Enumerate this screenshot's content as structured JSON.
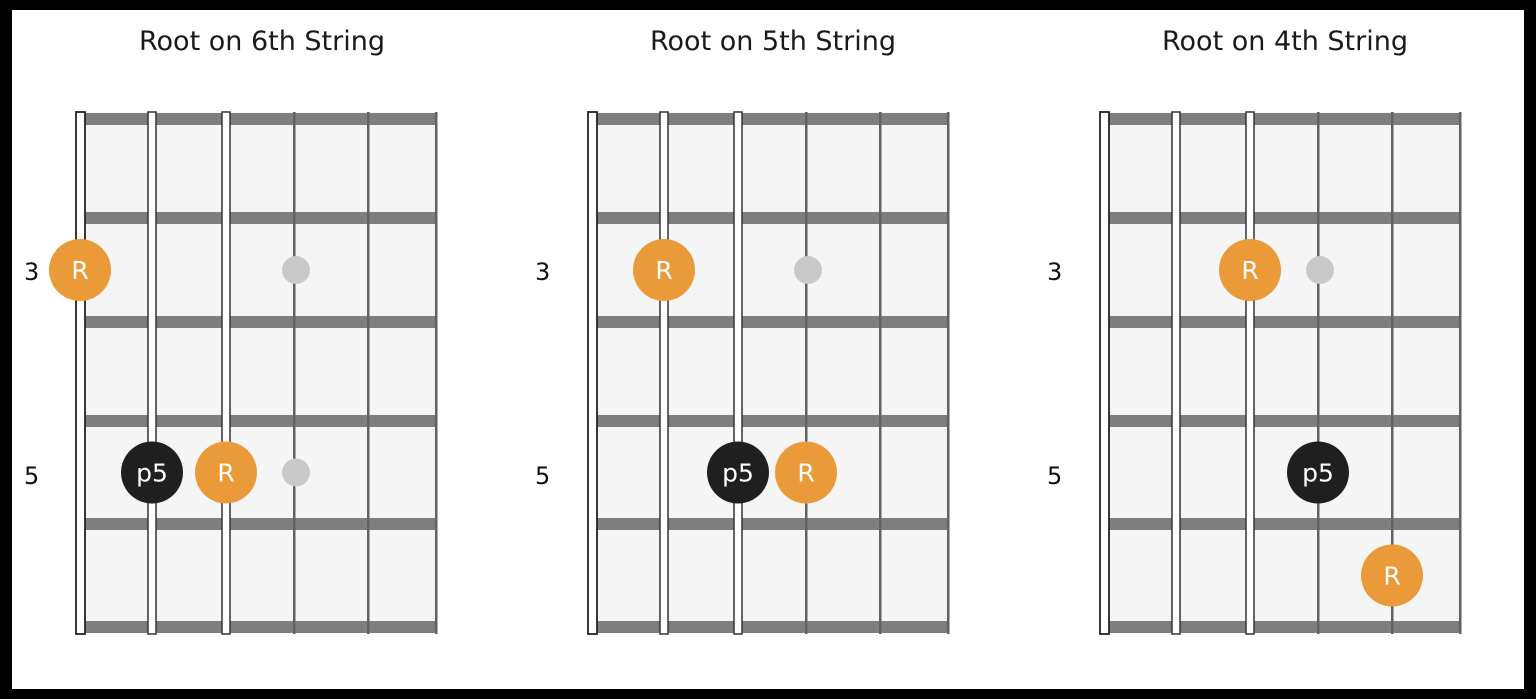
{
  "colors": {
    "root": "#EB9A3A",
    "fifth": "#1F1F1F",
    "marker": "#C9C9C9",
    "board": "#F5F5F5",
    "fret": "#7E7E7E",
    "string": "#616161",
    "nut": "#FFFFFF"
  },
  "diagrams": [
    {
      "title": "Root on 6th String",
      "fret_labels": [
        "3",
        "5"
      ],
      "markers": [
        {
          "string": 3,
          "fret": 3
        },
        {
          "string": 3,
          "fret": 5
        }
      ],
      "notes": [
        {
          "label": "R",
          "type": "root",
          "string": 0,
          "fret": 3
        },
        {
          "label": "p5",
          "type": "fifth",
          "string": 1,
          "fret": 5
        },
        {
          "label": "R",
          "type": "root",
          "string": 2,
          "fret": 5
        }
      ]
    },
    {
      "title": "Root on 5th String",
      "fret_labels": [
        "3",
        "5"
      ],
      "markers": [
        {
          "string": 3,
          "fret": 3
        },
        {
          "string": 3,
          "fret": 5
        }
      ],
      "notes": [
        {
          "label": "R",
          "type": "root",
          "string": 1,
          "fret": 3
        },
        {
          "label": "p5",
          "type": "fifth",
          "string": 2,
          "fret": 5
        },
        {
          "label": "R",
          "type": "root",
          "string": 3,
          "fret": 5
        }
      ]
    },
    {
      "title": "Root on 4th String",
      "fret_labels": [
        "3",
        "5"
      ],
      "markers": [
        {
          "string": 3,
          "fret": 3
        },
        {
          "string": 3,
          "fret": 5
        }
      ],
      "notes": [
        {
          "label": "R",
          "type": "root",
          "string": 2,
          "fret": 3
        },
        {
          "label": "p5",
          "type": "fifth",
          "string": 3,
          "fret": 5
        },
        {
          "label": "R",
          "type": "root",
          "string": 4,
          "fret": 6
        }
      ]
    }
  ]
}
